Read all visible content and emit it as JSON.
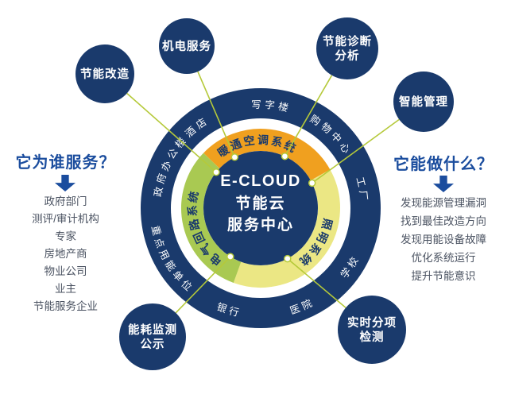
{
  "center": {
    "line1": "E-CLOUD",
    "line2": "节能云",
    "line3": "服务中心"
  },
  "inner_ring": {
    "segments": [
      {
        "label": "暖通空调系统",
        "color": "#f0a01f"
      },
      {
        "label": "照明系统",
        "color": "#ebe784"
      },
      {
        "label": "电气回路系统",
        "color": "#a9c952"
      }
    ]
  },
  "outer_ring": {
    "color": "#1a3a6c",
    "labels": [
      "写字楼",
      "购物中心",
      "工厂",
      "学校",
      "医院",
      "银行",
      "重点用能单位",
      "政府办公楼",
      "酒店"
    ]
  },
  "bubbles": [
    {
      "lines": [
        "节能改造"
      ]
    },
    {
      "lines": [
        "机电服务"
      ]
    },
    {
      "lines": [
        "节能诊断",
        "分析"
      ]
    },
    {
      "lines": [
        "智能管理"
      ]
    },
    {
      "lines": [
        "能耗监测",
        "公示"
      ]
    },
    {
      "lines": [
        "实时分项",
        "检测"
      ]
    }
  ],
  "left_panel": {
    "title": "它为谁服务？",
    "items": [
      "政府部门",
      "测评/审计机构",
      "专家",
      "房地产商",
      "物业公司",
      "业主",
      "节能服务企业"
    ]
  },
  "right_panel": {
    "title": "它能做什么？",
    "items": [
      "发现能源管理漏洞",
      "找到最佳改造方向",
      "发现用能设备故障",
      "优化系统运行",
      "提升节能意识"
    ]
  },
  "colors": {
    "navy": "#1a3a6c",
    "accent_line": "#b5c93a",
    "heading_blue": "#1b4d9e",
    "list_text": "#4b5362",
    "orange": "#f0a01f",
    "pale_yellow": "#ebe784",
    "green": "#a9c952"
  }
}
